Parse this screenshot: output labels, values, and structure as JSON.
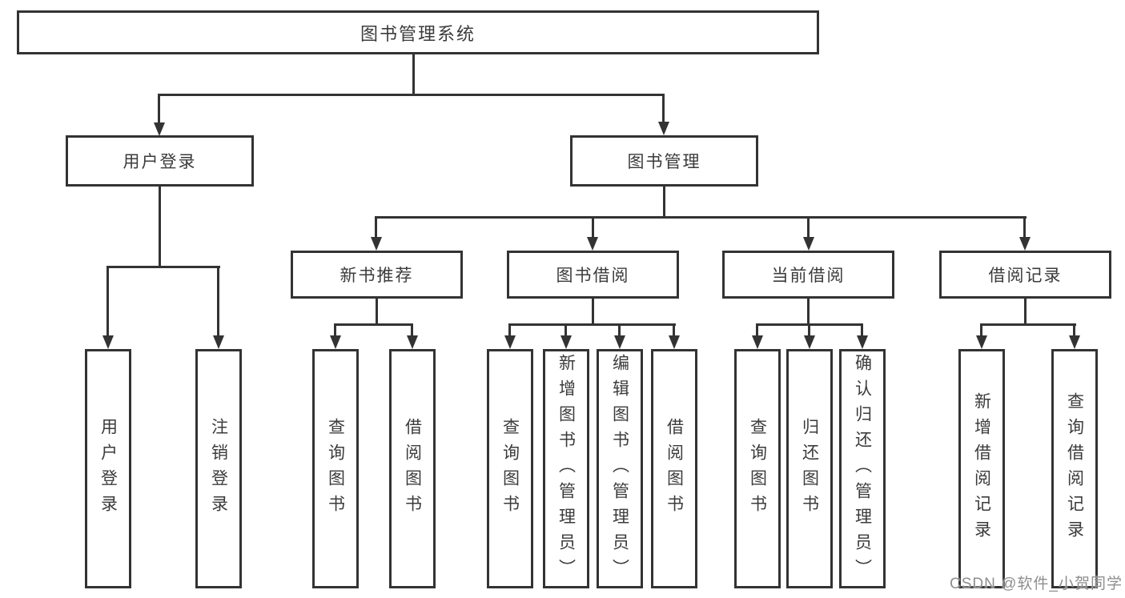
{
  "diagram_type": "hierarchy-tree",
  "tree": {
    "root": "图书管理系统",
    "branches": [
      {
        "label": "用户登录",
        "children": [
          "用户登录",
          "注销登录"
        ]
      },
      {
        "label": "图书管理",
        "sections": [
          {
            "label": "新书推荐",
            "children": [
              "查询图书",
              "借阅图书"
            ]
          },
          {
            "label": "图书借阅",
            "children": [
              "查询图书",
              "新增图书（管理员）",
              "编辑图书（管理员）",
              "借阅图书"
            ]
          },
          {
            "label": "当前借阅",
            "children": [
              "查询图书",
              "归还图书",
              "确认归还（管理员）"
            ]
          },
          {
            "label": "借阅记录",
            "children": [
              "新增借阅记录",
              "查询借阅记录"
            ]
          }
        ]
      }
    ]
  },
  "watermark": "CSDN @软件_小贺同学",
  "colors": {
    "background": "#ffffff",
    "line": "#333333",
    "text": "#3b3b3b",
    "box_fill": "#ffffff",
    "watermark": "#8e8e8e"
  }
}
